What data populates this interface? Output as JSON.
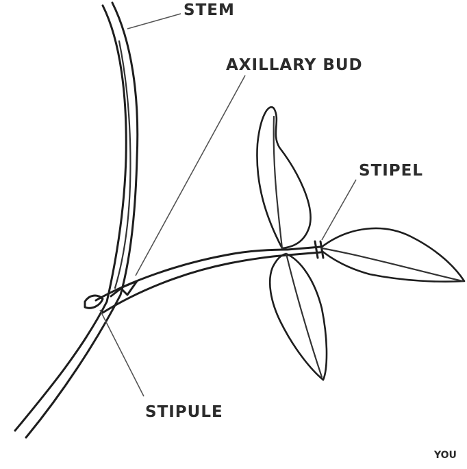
{
  "labels": {
    "stem": "STEM",
    "axillary_bud": "AXILLARY BUD",
    "stipel": "STIPEL",
    "stipule": "STIPULE",
    "corner": "YOU"
  }
}
